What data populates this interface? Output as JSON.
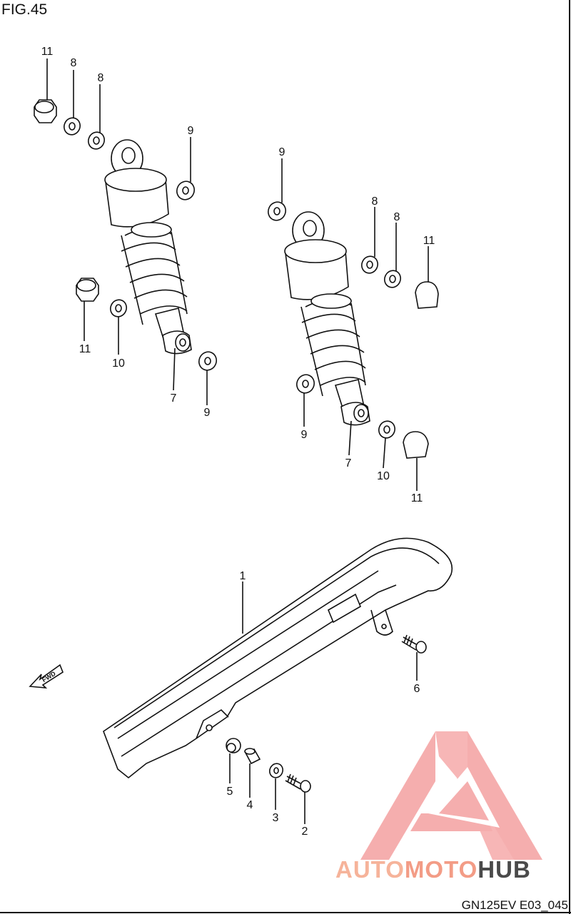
{
  "figure_title": "FIG.45",
  "footer_code": "GN125EV E03_045",
  "fwd_label": "FWD",
  "watermark": {
    "part1": "AUTO",
    "part2": "MOTO",
    "part3": "HUB",
    "colors": {
      "part1": "#f6b39a",
      "part2": "#f39c86",
      "part3": "#4a4a4a",
      "logo": "#f4a0a0"
    }
  },
  "callouts": {
    "c1": "1",
    "c2": "2",
    "c3": "3",
    "c4": "4",
    "c5": "5",
    "c6": "6",
    "c7a": "7",
    "c7b": "7",
    "c8a": "8",
    "c8b": "8",
    "c8c": "8",
    "c8d": "8",
    "c9a": "9",
    "c9b": "9",
    "c9c": "9",
    "c9d": "9",
    "c10a": "10",
    "c10b": "10",
    "c11a": "11",
    "c11b": "11",
    "c11c": "11",
    "c11d": "11"
  }
}
